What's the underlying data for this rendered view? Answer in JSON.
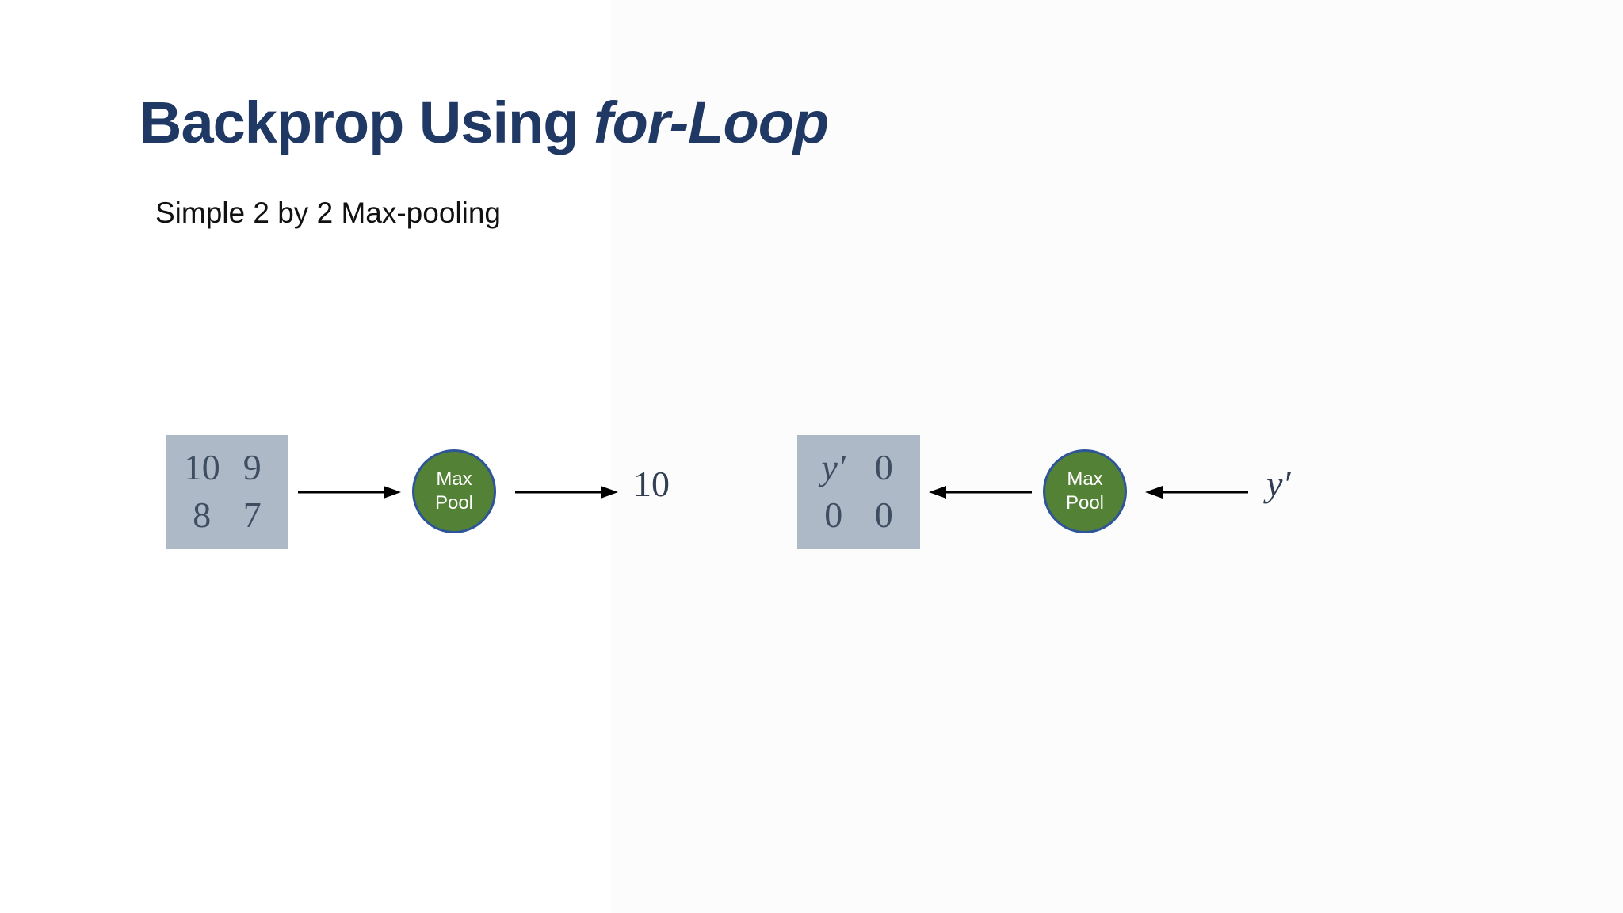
{
  "slide": {
    "title": {
      "regular": "Backprop Using ",
      "italic": "for-Loop"
    },
    "subtitle": "Simple 2 by 2 Max-pooling",
    "colors": {
      "title_text": "#1F3864",
      "matrix_fill": "#AEB9C8",
      "matrix_text": "#3E4D61",
      "circle_fill": "#538135",
      "circle_border": "#2E5597",
      "arrow": "#000000",
      "io_label_text": "#323F52"
    },
    "forward": {
      "matrix": {
        "cells": [
          [
            "10",
            "9"
          ],
          [
            "8",
            "7"
          ]
        ]
      },
      "op": {
        "line1": "Max",
        "line2": "Pool"
      },
      "output_label": "10"
    },
    "backward": {
      "matrix": {
        "cells": [
          [
            "y′",
            "0"
          ],
          [
            "0",
            "0"
          ]
        ]
      },
      "op": {
        "line1": "Max",
        "line2": "Pool"
      },
      "input_label": "y′"
    }
  }
}
